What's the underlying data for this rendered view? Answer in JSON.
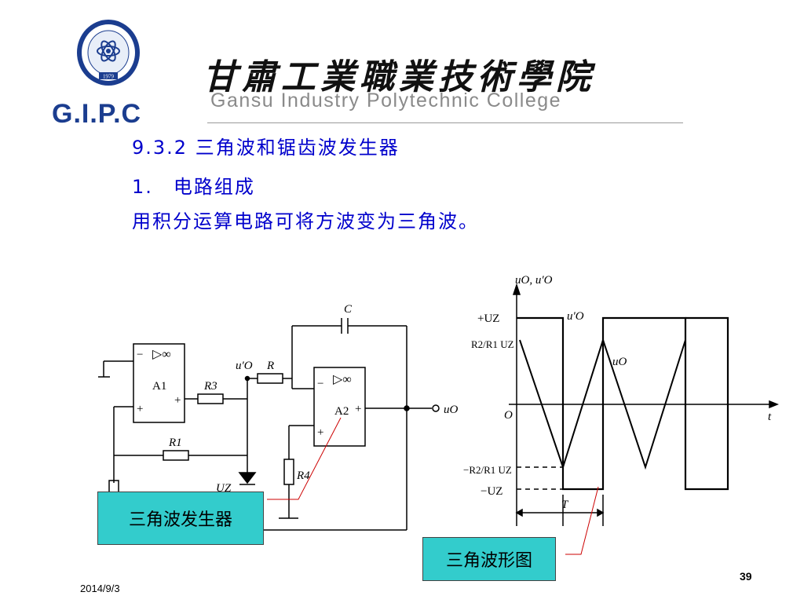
{
  "header": {
    "college_name_cn": "甘肅工業職業技術學院",
    "college_name_en": "Gansu Industry Polytechnic College",
    "college_abbr": "G.I.P.C",
    "seal_year": "1979"
  },
  "content": {
    "section_title": "9.3.2 三角波和锯齿波发生器",
    "subsection": "1.　电路组成",
    "description": "用积分运算电路可将方波变为三角波。"
  },
  "circuit": {
    "capacitor_label": "C",
    "resistor_r": "R",
    "resistor_r1": "R1",
    "resistor_r3": "R3",
    "resistor_r4": "R4",
    "opamp_a1": "A1",
    "opamp_a2": "A2",
    "opamp_symbol": "▷∞",
    "node_uo_prime": "u′O",
    "output_uo": "uO",
    "zener_label": "UZ",
    "minus": "−",
    "plus": "+"
  },
  "waveform": {
    "y_axis_label": "uO, u′O",
    "x_axis_label": "t",
    "origin_label": "O",
    "pos_uz": "+UZ",
    "neg_uz": "−UZ",
    "ratio_pos": "R2/R1 UZ",
    "ratio_neg": "−R2/R1 UZ",
    "square_label": "u′O",
    "triangle_label": "uO",
    "period_label": "T"
  },
  "callouts": {
    "generator": "三角波发生器",
    "waveform": "三角波形图"
  },
  "footer": {
    "date": "2014/9/3",
    "page_number": "39"
  },
  "colors": {
    "accent_blue": "#0000cc",
    "callout_fill": "#33cccc",
    "leader_line": "#cc0000",
    "brand_blue": "#1b3d8f"
  }
}
